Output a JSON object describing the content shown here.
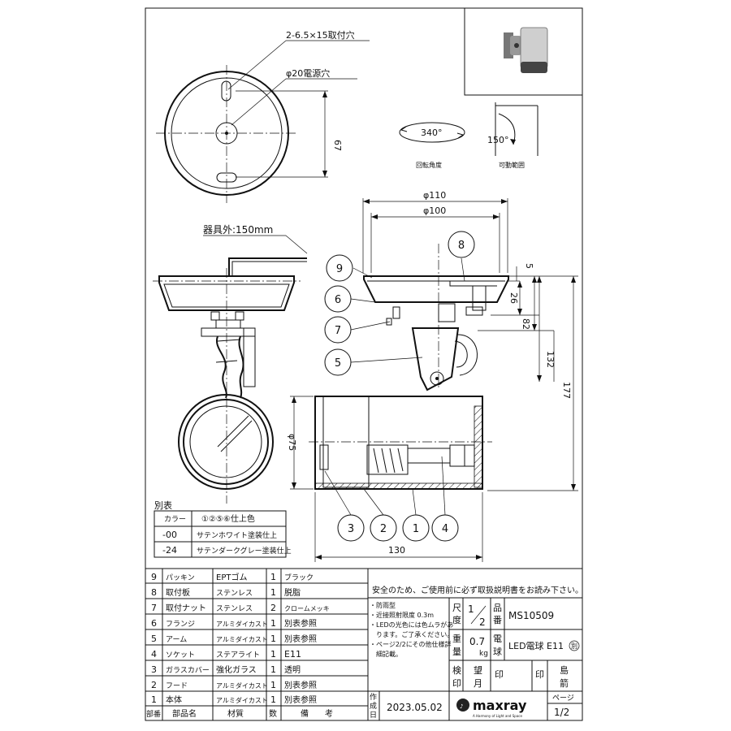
{
  "labels": {
    "mount_holes": "2-6.5×15取付穴",
    "power_hole": "φ20電源穴",
    "dim_67": "67",
    "rotation_angle_value": "340°",
    "rotation_angle_caption": "回転角度",
    "movable_range_value": "150°",
    "movable_range_caption": "可動範囲",
    "cable_length": "器具外:150mm",
    "dim_110": "φ110",
    "dim_100": "φ100",
    "dim_5": "5",
    "dim_26": "26",
    "dim_82": "82",
    "dim_132": "132",
    "dim_177": "177",
    "dim_75": "φ75",
    "dim_130": "130"
  },
  "balloons": [
    "9",
    "8",
    "6",
    "7",
    "5",
    "3",
    "2",
    "1",
    "4"
  ],
  "color_table": {
    "title": "別表",
    "header_label": "カラー",
    "header_value": "①②⑤⑥仕上色",
    "rows": [
      {
        "code": "-00",
        "finish": "サテンホワイト塗装仕上"
      },
      {
        "code": "-24",
        "finish": "サテンダークグレー塗装仕上"
      }
    ]
  },
  "parts": {
    "headers": {
      "no": "部番",
      "name": "部品名",
      "material": "材質",
      "qty": "数",
      "remarks": "備　　考"
    },
    "rows": [
      {
        "no": "9",
        "name": "パッキン",
        "material": "EPTゴム",
        "qty": "1",
        "remarks": "ブラック"
      },
      {
        "no": "8",
        "name": "取付板",
        "material": "ステンレス",
        "qty": "1",
        "remarks": "脱脂"
      },
      {
        "no": "7",
        "name": "取付ナット",
        "material": "ステンレス",
        "qty": "2",
        "remarks": "クロームメッキ"
      },
      {
        "no": "6",
        "name": "フランジ",
        "material": "アルミダイカスト",
        "qty": "1",
        "remarks": "別表参照"
      },
      {
        "no": "5",
        "name": "アーム",
        "material": "アルミダイカスト",
        "qty": "1",
        "remarks": "別表参照"
      },
      {
        "no": "4",
        "name": "ソケット",
        "material": "ステアライト",
        "qty": "1",
        "remarks": "E11"
      },
      {
        "no": "3",
        "name": "ガラスカバー",
        "material": "強化ガラス",
        "qty": "1",
        "remarks": "透明"
      },
      {
        "no": "2",
        "name": "フード",
        "material": "アルミダイカスト",
        "qty": "1",
        "remarks": "別表参照"
      },
      {
        "no": "1",
        "name": "本体",
        "material": "アルミダイカスト",
        "qty": "1",
        "remarks": "別表参照"
      }
    ]
  },
  "title_block": {
    "safety_note": "安全のため、ご使用前に必ず取扱説明書をお読み下さい。",
    "notes": [
      "・防雨型",
      "・近接照射限度 0.3m",
      "・LEDの光色には色ムラがあ",
      "　ります。ご了承ください。",
      "・ページ2/2にその他仕様詳",
      "　細記載。"
    ],
    "scale_label_1": "尺",
    "scale_label_2": "度",
    "scale_value_num": "1",
    "scale_value_den": "2",
    "product_no_label_1": "品",
    "product_no_label_2": "番",
    "product_no": "MS10509",
    "weight_label_1": "重",
    "weight_label_2": "量",
    "weight_value": "0.7",
    "weight_unit": "kg",
    "bulb_label_1": "電",
    "bulb_label_2": "球",
    "bulb_value": "LED電球 E11",
    "bulb_note": "別",
    "inspected_1": "検",
    "inspected_2": "印",
    "approved_1": "望",
    "approved_2": "月",
    "seal_1": "印",
    "seal_2": "印",
    "designer_1": "島",
    "designer_2": "箭",
    "drawn_1": "作",
    "drawn_2": "成",
    "drawn_3": "日",
    "date": "2023.05.02",
    "brand": "maxray",
    "brand_sub": "A Harmony of Light and Space",
    "page_label": "ページ",
    "page_value": "1/2"
  }
}
